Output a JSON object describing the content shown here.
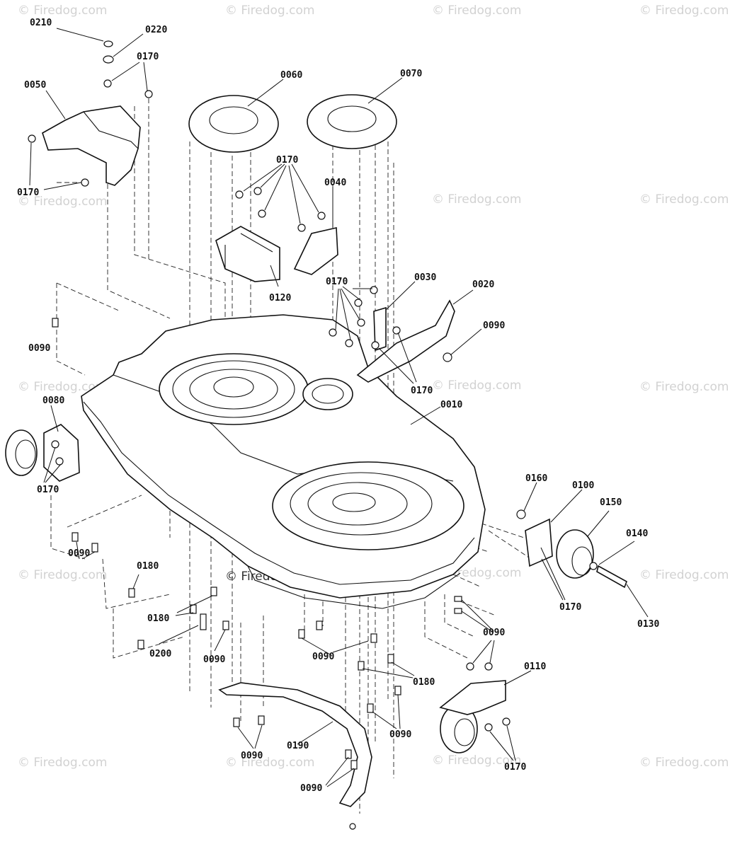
{
  "watermark_text": "© Firedog.com",
  "center_watermark_text": "© Firedog.com",
  "part_labels": {
    "p0210": "0210",
    "p0220": "0220",
    "p0170_a": "0170",
    "p0050": "0050",
    "p0170_b": "0170",
    "p0060": "0060",
    "p0070": "0070",
    "p0170_c": "0170",
    "p0040": "0040",
    "p0120": "0120",
    "p0090_a": "0090",
    "p0170_d": "0170",
    "p0030": "0030",
    "p0020": "0020",
    "p0090_b": "0090",
    "p0170_e": "0170",
    "p0010": "0010",
    "p0080": "0080",
    "p0170_f": "0170",
    "p0160": "0160",
    "p0100": "0100",
    "p0150": "0150",
    "p0140": "0140",
    "p0090_c": "0090",
    "p0180_a": "0180",
    "p0170_g": "0170",
    "p0130": "0130",
    "p0180_b": "0180",
    "p0200": "0200",
    "p0090_d": "0090",
    "p0090_e": "0090",
    "p0090_f": "0090",
    "p0180_c": "0180",
    "p0110": "0110",
    "p0090_g": "0090",
    "p0190": "0190",
    "p0090_h": "0090",
    "p0170_h": "0170",
    "p0090_i": "0090"
  }
}
